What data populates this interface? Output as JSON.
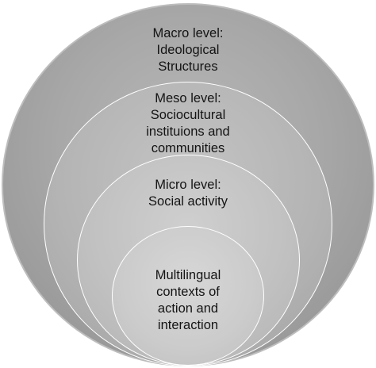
{
  "levels": {
    "macro": "Macro level:\nIdeological\nStructures",
    "meso": "Meso level:\nSociocultural\ninstituions and\ncommunities",
    "micro": "Micro level:\nSocial activity",
    "multilingual": "Multilingual\ncontexts of\naction and\ninteraction"
  }
}
